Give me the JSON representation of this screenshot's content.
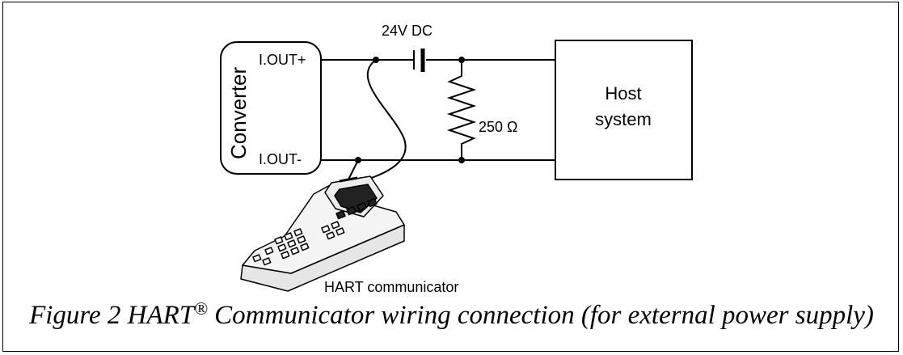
{
  "diagram": {
    "converter_label": "Converter",
    "terminal_plus": "I.OUT+",
    "terminal_minus": "I.OUT-",
    "supply_label": "24V DC",
    "resistor_label": "250 Ω",
    "host_line1": "Host",
    "host_line2": "system",
    "communicator_label": "HART communicator"
  },
  "caption": {
    "prefix": "Figure 2  HART",
    "mark": "®",
    "suffix": " Communicator wiring connection (for external power supply)"
  }
}
